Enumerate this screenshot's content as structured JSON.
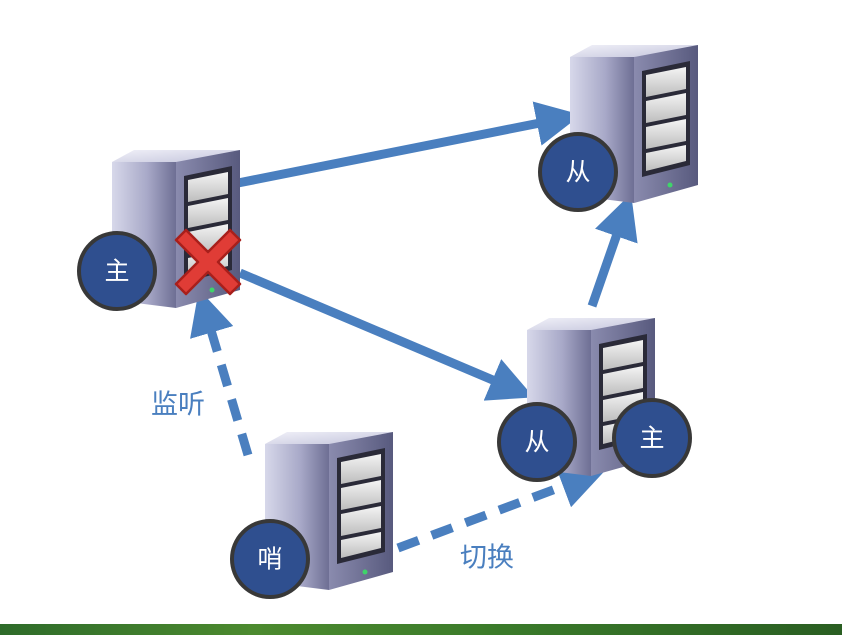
{
  "colors": {
    "arrow": "#4a7fbf",
    "badge_fill": "#2f4f8f",
    "badge_stroke": "#383838",
    "edge_label": "#4a7fbf",
    "failure_mark": "#d9302b"
  },
  "nodes": {
    "master": {
      "badge": "主"
    },
    "slave_top": {
      "badge": "从"
    },
    "slave_promoted": {
      "badge_left": "从",
      "badge_right": "主"
    },
    "sentinel": {
      "badge": "哨"
    }
  },
  "edges": {
    "monitor_label": "监听",
    "failover_label": "切换"
  },
  "failure_icon": "red-x-icon"
}
